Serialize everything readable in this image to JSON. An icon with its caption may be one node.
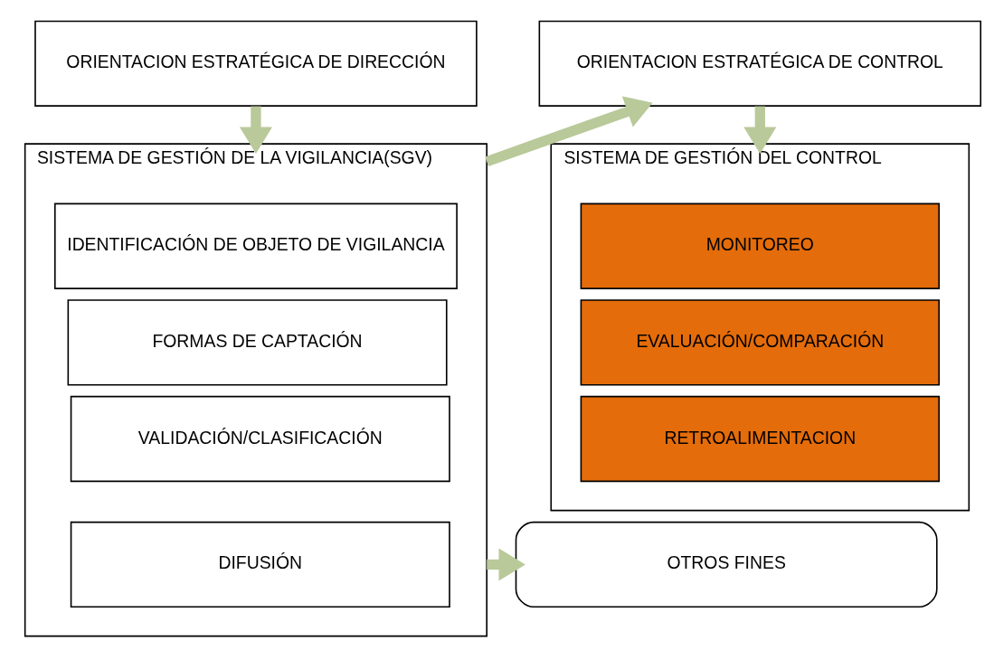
{
  "diagram": {
    "nodes": [
      {
        "text": [
          "ORIENTACION ESTRATÉGICA DE DIRECCIÓN"
        ]
      },
      {
        "text": [
          "ORIENTACION ESTRATÉGICA DE CONTROL"
        ]
      },
      {
        "text": [
          "SISTEMA DE GESTIÓN DE LA VIGILANCIA(SGV)"
        ]
      },
      {
        "text": [
          "IDENTIFICACIÓN DE OBJETO DE VIGILANCIA"
        ],
        "in": 2
      },
      {
        "text": [
          "FORMAS DE CAPTACIÓN"
        ],
        "in": 2
      },
      {
        "text": [
          "VALIDACIÓN/CLASIFICACIÓN"
        ],
        "in": 2
      },
      {
        "text": [
          "DIFUSIÓN"
        ],
        "in": 2
      },
      {
        "text": [
          "SISTEMA DE GESTIÓN DEL CONTROL"
        ]
      },
      {
        "text": [
          "MONITOREO"
        ],
        "in": 7
      },
      {
        "text": [
          "EVALUACIÓN/COMPARACIÓN"
        ],
        "in": 7
      },
      {
        "text": [
          "RETROALIMENTACION"
        ],
        "in": 7
      },
      {
        "text": [
          "OTROS FINES"
        ]
      }
    ],
    "edges": [
      {
        "from": 0,
        "to": 2,
        "arrow": "to"
      },
      {
        "from": 2,
        "to": 1,
        "arrow": "to"
      },
      {
        "from": 1,
        "to": 7,
        "arrow": "to"
      },
      {
        "from": 2,
        "to": 11,
        "arrow": "to"
      }
    ]
  }
}
